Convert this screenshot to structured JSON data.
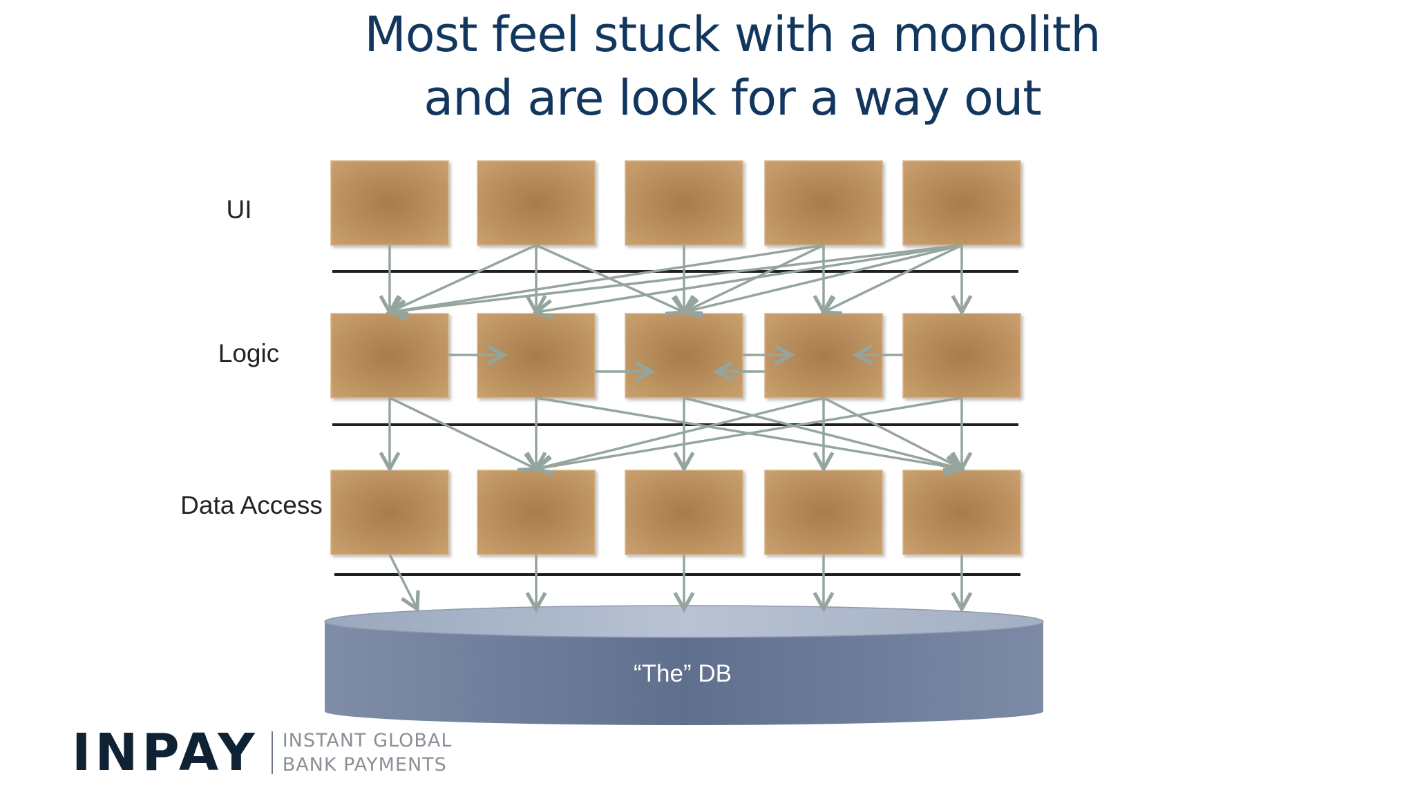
{
  "slide": {
    "title_line1": "Most feel stuck with a monolith",
    "title_line2": "and are look for a way out"
  },
  "layers": [
    {
      "id": "ui",
      "label": "UI"
    },
    {
      "id": "logic",
      "label": "Logic"
    },
    {
      "id": "data",
      "label": "Data Access"
    }
  ],
  "database": {
    "label": "“The” DB"
  },
  "logo": {
    "wordmark": "INPAY",
    "tagline_line1": "INSTANT GLOBAL",
    "tagline_line2": "BANK PAYMENTS"
  },
  "colors": {
    "title": "#12375e",
    "box_center": "#a87c4c",
    "box_edge": "#c9a06e",
    "arrow": "#95a59e",
    "db_body": "#6f7f9c",
    "db_top": "#aeb9cb"
  },
  "connections": {
    "ui_to_logic": [
      [
        0,
        0
      ],
      [
        1,
        0
      ],
      [
        1,
        1
      ],
      [
        1,
        2
      ],
      [
        2,
        2
      ],
      [
        3,
        0
      ],
      [
        3,
        2
      ],
      [
        3,
        3
      ],
      [
        4,
        0
      ],
      [
        4,
        1
      ],
      [
        4,
        2
      ],
      [
        4,
        3
      ],
      [
        4,
        4
      ]
    ],
    "logic_horizontal": [
      [
        0,
        1
      ],
      [
        1,
        2
      ],
      [
        2,
        3
      ],
      [
        3,
        2
      ],
      [
        4,
        3
      ]
    ],
    "logic_to_data": [
      [
        0,
        0
      ],
      [
        0,
        1
      ],
      [
        1,
        1
      ],
      [
        1,
        4
      ],
      [
        2,
        2
      ],
      [
        2,
        4
      ],
      [
        3,
        1
      ],
      [
        3,
        3
      ],
      [
        3,
        4
      ],
      [
        4,
        1
      ],
      [
        4,
        4
      ]
    ],
    "data_to_db": [
      0,
      1,
      2,
      3,
      4
    ]
  }
}
